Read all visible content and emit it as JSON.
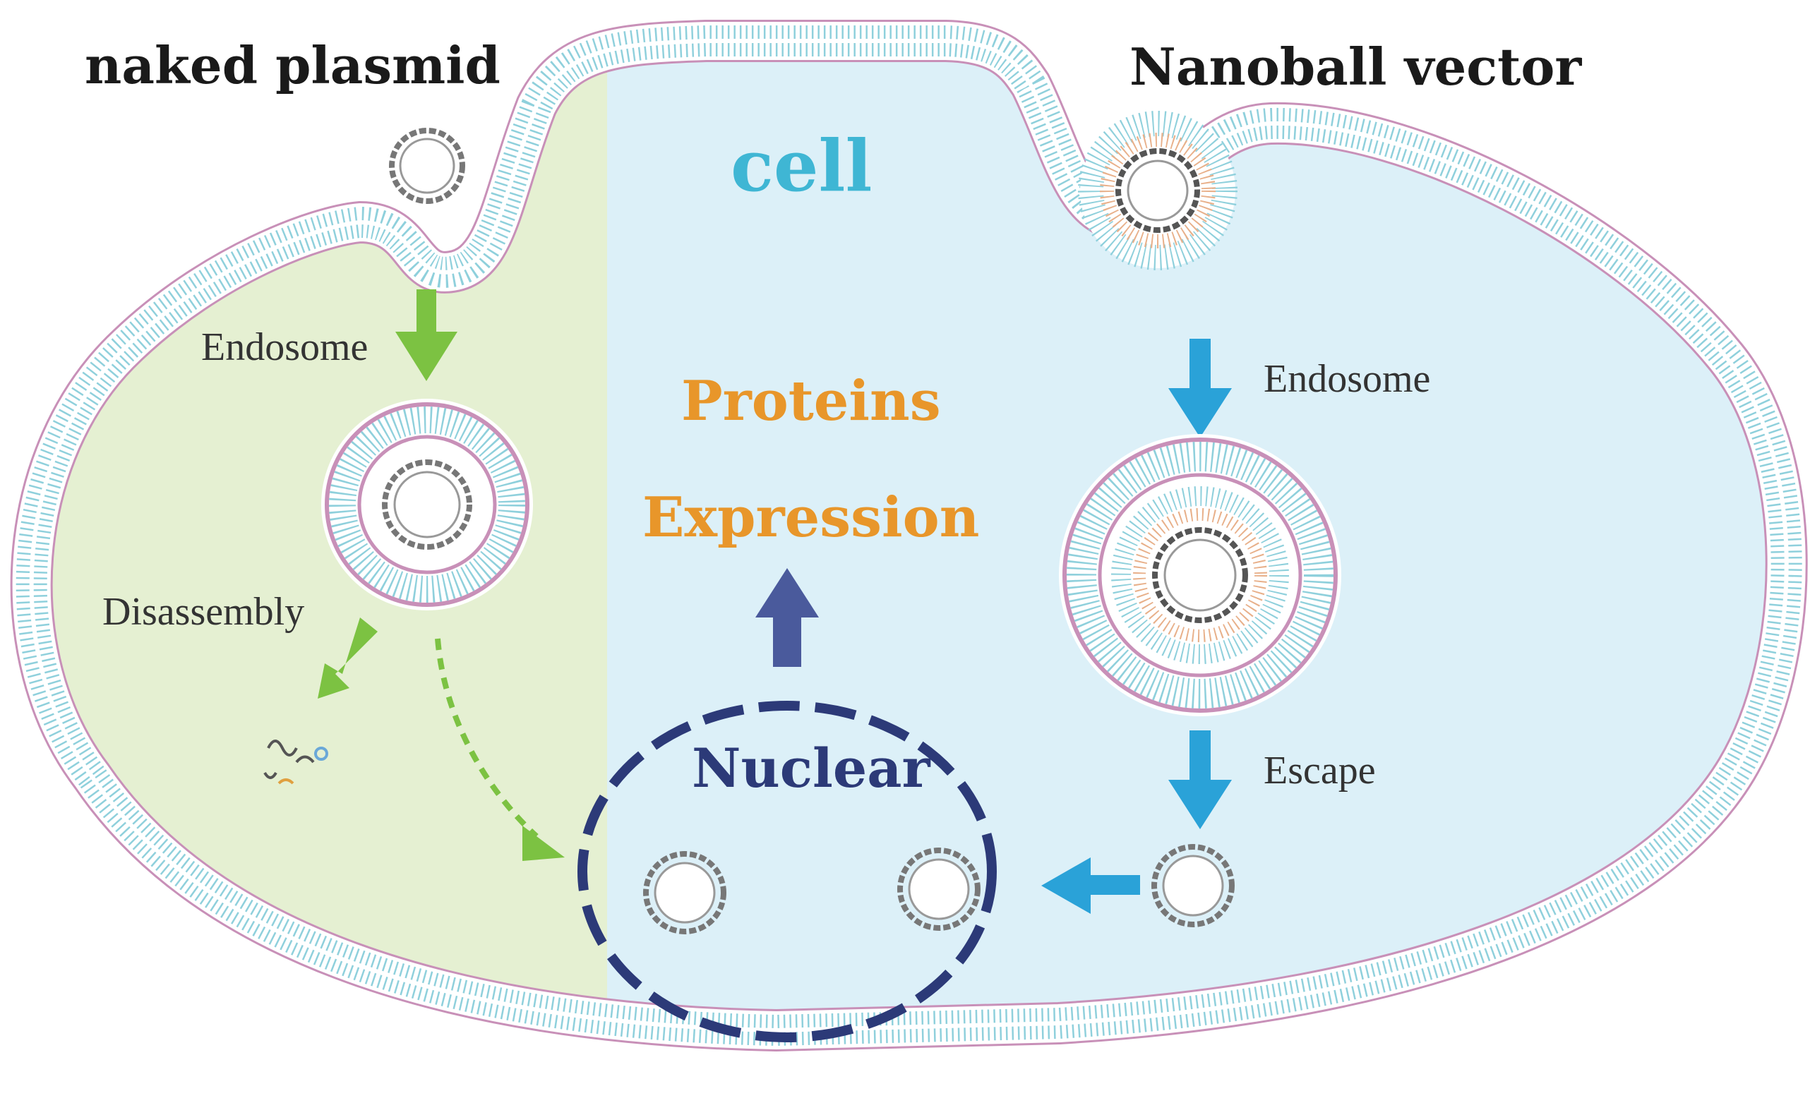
{
  "titles": {
    "left": "naked plasmid",
    "right": "Nanoball vector"
  },
  "labels": {
    "cell": "cell",
    "endosome_left": "Endosome",
    "disassembly": "Disassembly",
    "proteins": "Proteins",
    "expression": "Expression",
    "nuclear": "Nuclear",
    "endosome_right": "Endosome",
    "escape": "Escape"
  },
  "colors": {
    "cytoplasm_blue": "#dcf0f8",
    "cytoplasm_green": "#e5f0d2",
    "membrane_line": "#8fd0dc",
    "membrane_head": "#c890b8",
    "cell_text": "#3fb6d4",
    "orange_text": "#e8962a",
    "nuclear_navy": "#2c3a78",
    "arrow_green": "#7cc242",
    "arrow_blue": "#2aa2d8",
    "arrow_navy": "#4a5a9c"
  }
}
